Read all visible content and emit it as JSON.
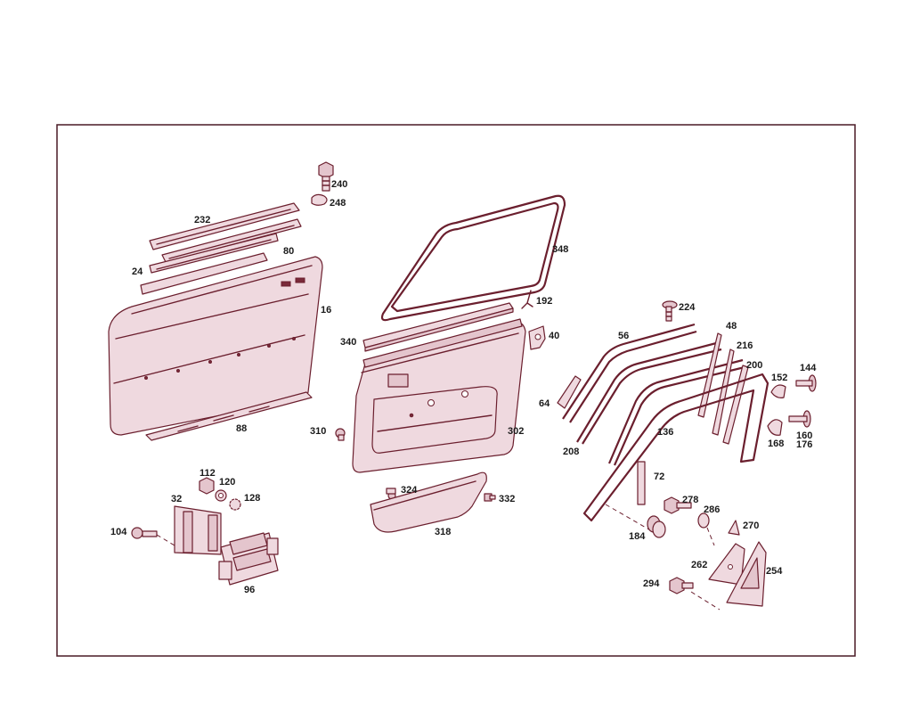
{
  "diagram": {
    "part_numbers": {
      "p240": "240",
      "p248": "248",
      "p232": "232",
      "p80": "80",
      "p24": "24",
      "p16": "16",
      "p88": "88",
      "p348": "348",
      "p192": "192",
      "p40": "40",
      "p340": "340",
      "p310": "310",
      "p302": "302",
      "p324": "324",
      "p332": "332",
      "p318": "318",
      "p224": "224",
      "p56": "56",
      "p48": "48",
      "p216": "216",
      "p200": "200",
      "p152": "152",
      "p144": "144",
      "p64": "64",
      "p136": "136",
      "p160": "160",
      "p176": "176",
      "p168": "168",
      "p208": "208",
      "p72": "72",
      "p278": "278",
      "p286": "286",
      "p270": "270",
      "p184": "184",
      "p262": "262",
      "p254": "254",
      "p294": "294",
      "p112": "112",
      "p120": "120",
      "p128": "128",
      "p32": "32",
      "p104": "104",
      "p96": "96"
    },
    "colors": {
      "line": "#6b1f2e",
      "fill": "#efd9df",
      "frame": "#4a1a26"
    }
  }
}
